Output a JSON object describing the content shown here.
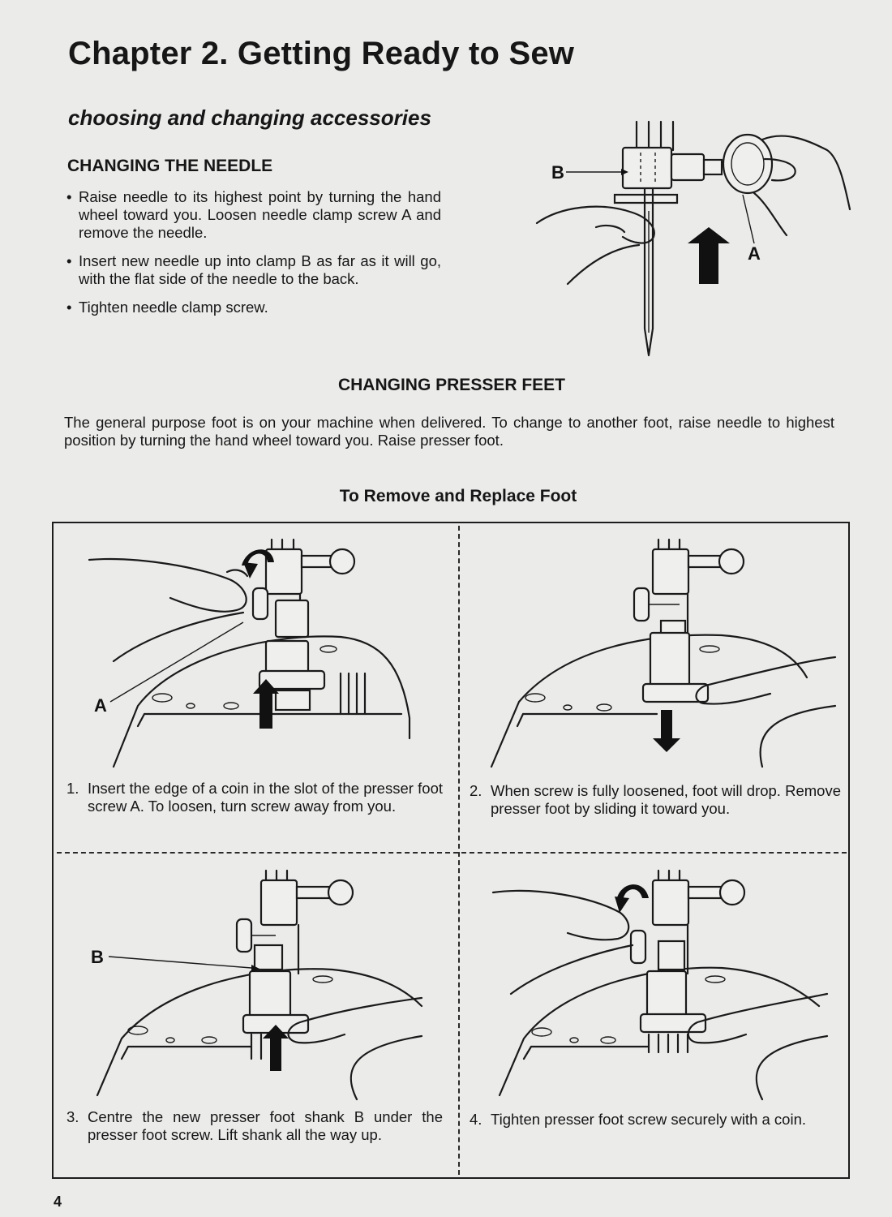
{
  "chapter_title": "Chapter 2. Getting Ready to Sew",
  "section_subtitle": "choosing and changing accessories",
  "needle_section": {
    "heading": "CHANGING THE NEEDLE",
    "bullets": [
      "Raise needle to its highest point by turning the hand wheel toward you. Loosen needle clamp screw A and remove the needle.",
      "Insert new needle up into clamp B as far as it will go, with the flat side of the needle to the back.",
      "Tighten needle clamp screw."
    ],
    "figure_labels": {
      "clamp": "B",
      "screw": "A"
    }
  },
  "presser_section": {
    "heading": "CHANGING PRESSER FEET",
    "intro": "The general purpose foot is on your machine when delivered. To change to another foot, raise needle to highest position by turning the hand wheel toward you. Raise presser foot."
  },
  "steps_section": {
    "heading": "To Remove and Replace Foot",
    "steps": [
      {
        "num": "1.",
        "text": "Insert the edge of a coin in the slot of the presser foot screw A. To loosen, turn screw away from you.",
        "label": "A"
      },
      {
        "num": "2.",
        "text": "When screw is fully loosened, foot will drop. Remove presser foot by sliding it toward you."
      },
      {
        "num": "3.",
        "text": "Centre the new presser foot shank B under the presser foot screw. Lift shank all the way up.",
        "label": "B"
      },
      {
        "num": "4.",
        "text": "Tighten presser foot screw securely with a coin."
      }
    ]
  },
  "page_number": "4"
}
